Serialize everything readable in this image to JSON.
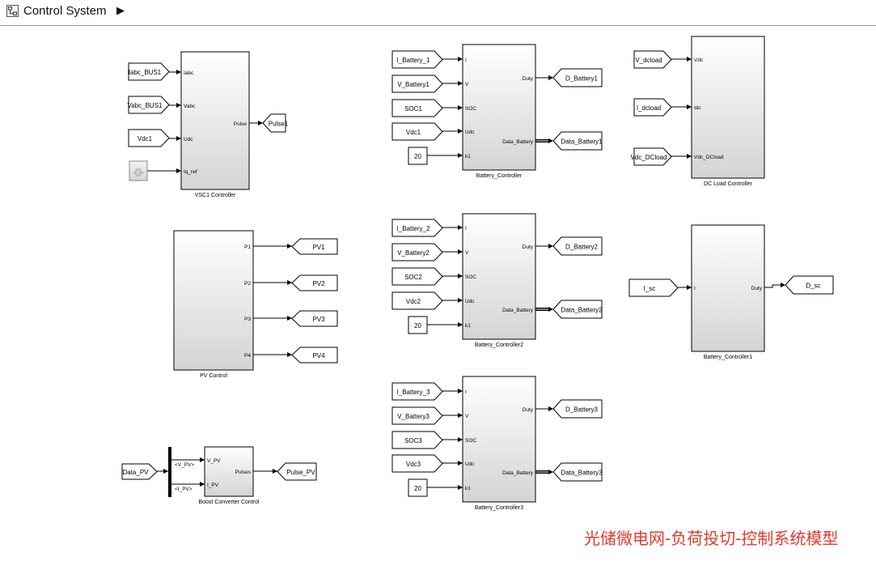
{
  "header": {
    "title": "Control System",
    "arrow": "▶",
    "model_icon": "model-hierarchy-icon"
  },
  "colors": {
    "wire": "#000000",
    "block_border": "#000000",
    "block_fill_top": "#ffffff",
    "block_fill_bottom": "#d6d6d6",
    "watermark": "#e23a2e"
  },
  "subsystems": {
    "vsc1": {
      "name": "VSC1 Controller",
      "inputs": [
        "Iabc",
        "Vabc",
        "Udc",
        "Iq_ref"
      ],
      "outputs": [
        "Pulse"
      ],
      "signals": {
        "iabc": "Iabc_BUS1",
        "vabc": "Vabc_BUS1",
        "vdc": "Vdc1",
        "pulse": "Pulse1"
      }
    },
    "battery1": {
      "name": "Battery_Controller",
      "inputs": [
        "I",
        "V",
        "SOC",
        "Udc",
        "k1"
      ],
      "outputs": [
        "Duty",
        "Data_Battery"
      ],
      "signals": {
        "i": "I_Battery_1",
        "v": "V_Battery1",
        "soc": "SOC1",
        "vdc": "Vdc1",
        "k1": "20",
        "duty": "D_Battery1",
        "data": "Data_Battery1"
      }
    },
    "dcload": {
      "name": "DC Load Controller",
      "inputs": [
        "Vdc",
        "Idc",
        "Vdc_DCload"
      ],
      "signals": {
        "vdc": "V_dcload",
        "idc": "I_dcload",
        "vdcdc": "Vdc_DCload"
      }
    },
    "pv": {
      "name": "PV Control",
      "outputs": [
        "P1",
        "P2",
        "P3",
        "P4"
      ],
      "signals": {
        "pv1": "PV1",
        "pv2": "PV2",
        "pv3": "PV3",
        "pv4": "PV4"
      }
    },
    "battery2": {
      "name": "Battery_Controller2",
      "inputs": [
        "I",
        "V",
        "SOC",
        "Udc",
        "k1"
      ],
      "outputs": [
        "Duty",
        "Data_Battery"
      ],
      "signals": {
        "i": "I_Battery_2",
        "v": "V_Battery2",
        "soc": "SOC2",
        "vdc": "Vdc2",
        "k1": "20",
        "duty": "D_Battery2",
        "data": "Data_Battery2"
      }
    },
    "sc": {
      "name": "Battery_Controller1",
      "inputs": [
        "I"
      ],
      "outputs": [
        "Duty"
      ],
      "signals": {
        "i": "I_sc",
        "duty": "D_sc"
      }
    },
    "battery3": {
      "name": "Battery_Controller3",
      "inputs": [
        "I",
        "V",
        "SOC",
        "Udc",
        "k1"
      ],
      "outputs": [
        "Duty",
        "Data_Battery"
      ],
      "signals": {
        "i": "I_Battery_3",
        "v": "V_Battery3",
        "soc": "SOC3",
        "vdc": "Vdc3",
        "k1": "20",
        "duty": "D_Battery3",
        "data": "Data_Battery3"
      }
    },
    "boost": {
      "name": "Boost Converter Control",
      "inputs": [
        "V_PV",
        "I_PV"
      ],
      "outputs": [
        "Pulses"
      ],
      "bus_labels": [
        "<V_PV>",
        "<I_PV>"
      ],
      "signals": {
        "data": "Data_PV",
        "pulse": "Pulse_PV"
      }
    }
  },
  "watermark": "光储微电网-负荷投切-控制系统模型"
}
